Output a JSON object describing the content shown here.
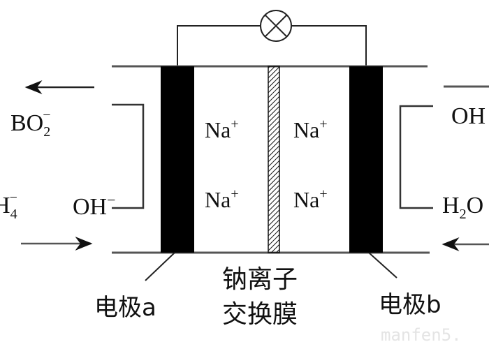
{
  "diagram": {
    "left_outflow": {
      "base": "BO",
      "sub": "2",
      "sup": "−"
    },
    "left_inflow": {
      "base": "H",
      "sub": "4",
      "sup": "−"
    },
    "left_reactant": {
      "base": "OH",
      "sup": "−"
    },
    "cations": [
      {
        "base": "Na",
        "sup": "+"
      },
      {
        "base": "Na",
        "sup": "+"
      },
      {
        "base": "Na",
        "sup": "+"
      },
      {
        "base": "Na",
        "sup": "+"
      }
    ],
    "right_product": {
      "base": "OH"
    },
    "right_inflow": {
      "base": "H",
      "sub": "2",
      "tail": "O"
    },
    "electrode_a_label": "电极a",
    "electrode_b_label": "电极b",
    "membrane_label_line1": "钠离子",
    "membrane_label_line2": "交换膜",
    "watermark": "manfen5."
  }
}
